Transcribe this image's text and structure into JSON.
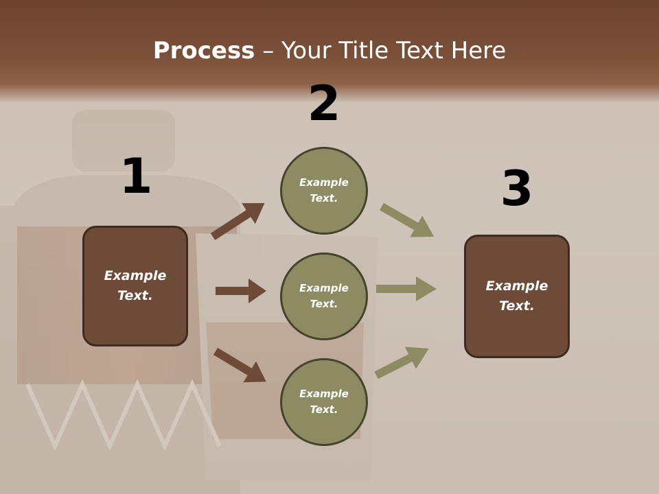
{
  "title": {
    "bold": "Process",
    "rest": " – Your Title Text Here"
  },
  "steps": [
    {
      "number": "1",
      "text": "Example\nText."
    },
    {
      "number": "2"
    },
    {
      "number": "3",
      "text": "Example\nText."
    }
  ],
  "circles": [
    {
      "text": "Example\nText."
    },
    {
      "text": "Example\nText."
    },
    {
      "text": "Example\nText."
    }
  ],
  "colors": {
    "box_fill": "#6e4b38",
    "circle_fill": "#8d8b62",
    "arrow_brown": "#6e4b38",
    "arrow_olive": "#8d8b62"
  }
}
